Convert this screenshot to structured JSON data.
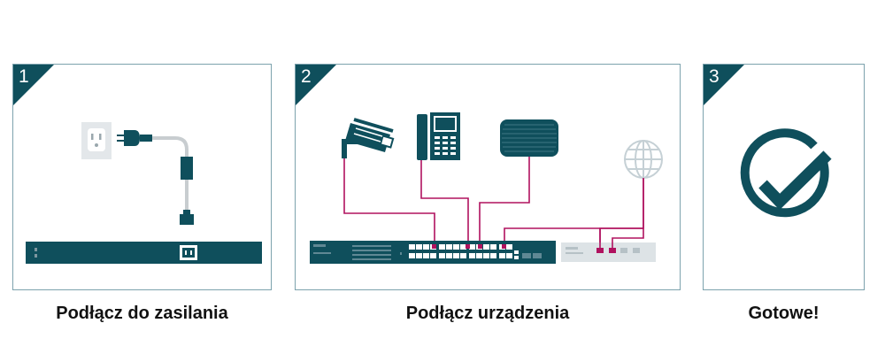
{
  "colors": {
    "teal": "#0f4f5c",
    "cable": "#b0125f",
    "panel_border": "#7da2ad",
    "outlet_bg": "#e3e7ea",
    "router_bg": "#dde3e6"
  },
  "steps": [
    {
      "number": "1",
      "caption": "Podłącz do zasilania"
    },
    {
      "number": "2",
      "caption": "Podłącz urządzenia"
    },
    {
      "number": "3",
      "caption": "Gotowe!"
    }
  ],
  "icons": {
    "step1": [
      "wall-outlet-icon",
      "power-plug-icon",
      "power-adapter-icon",
      "switch-rear-panel-icon"
    ],
    "step2": [
      "security-camera-icon",
      "ip-phone-icon",
      "access-point-icon",
      "globe-icon",
      "poe-switch-icon",
      "router-icon"
    ],
    "step3": [
      "checkmark-circle-icon"
    ]
  }
}
